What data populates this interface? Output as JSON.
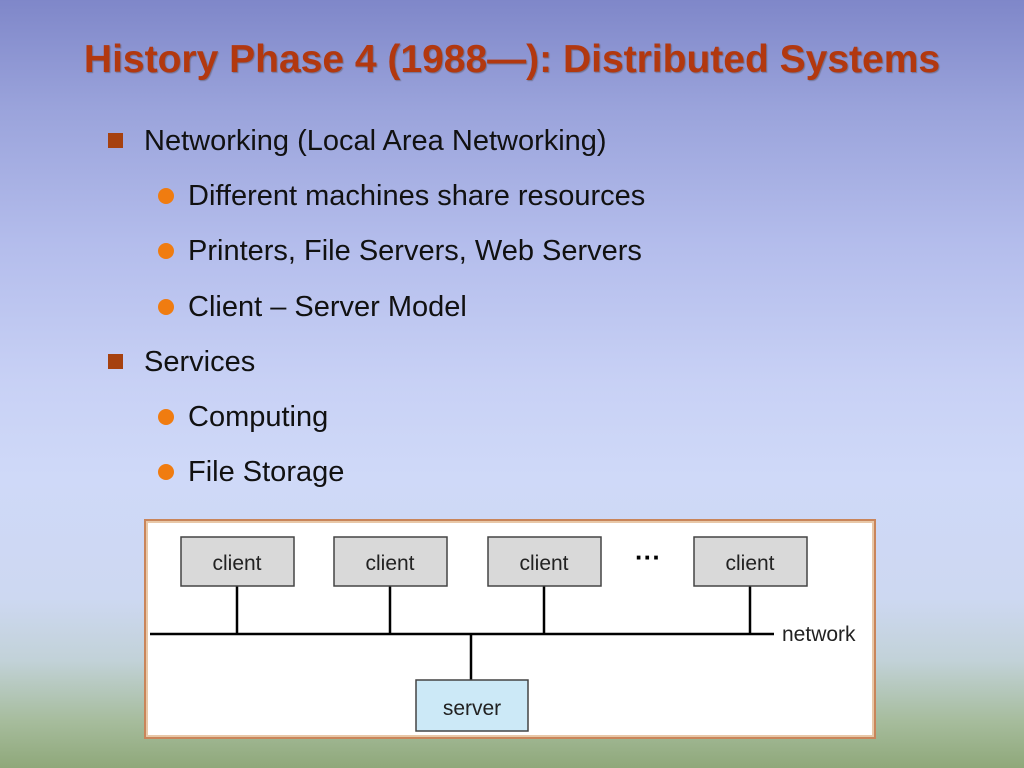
{
  "slide": {
    "title": "History Phase 4 (1988—): Distributed Systems"
  },
  "bullets": [
    {
      "text": "Networking (Local Area Networking)",
      "sub": [
        "Different machines share resources",
        "Printers, File Servers, Web Servers",
        "Client – Server Model"
      ]
    },
    {
      "text": "Services",
      "sub": [
        "Computing",
        "File Storage"
      ]
    }
  ],
  "diagram": {
    "clients": [
      "client",
      "client",
      "client",
      "client"
    ],
    "ellipsis": "···",
    "network_label": "network",
    "server_label": "server"
  },
  "colors": {
    "title": "#b2380f",
    "level1_marker": "#a6410f",
    "level2_marker": "#f07c10",
    "client_box": "#d9d9d9",
    "server_box": "#cce9f7"
  }
}
